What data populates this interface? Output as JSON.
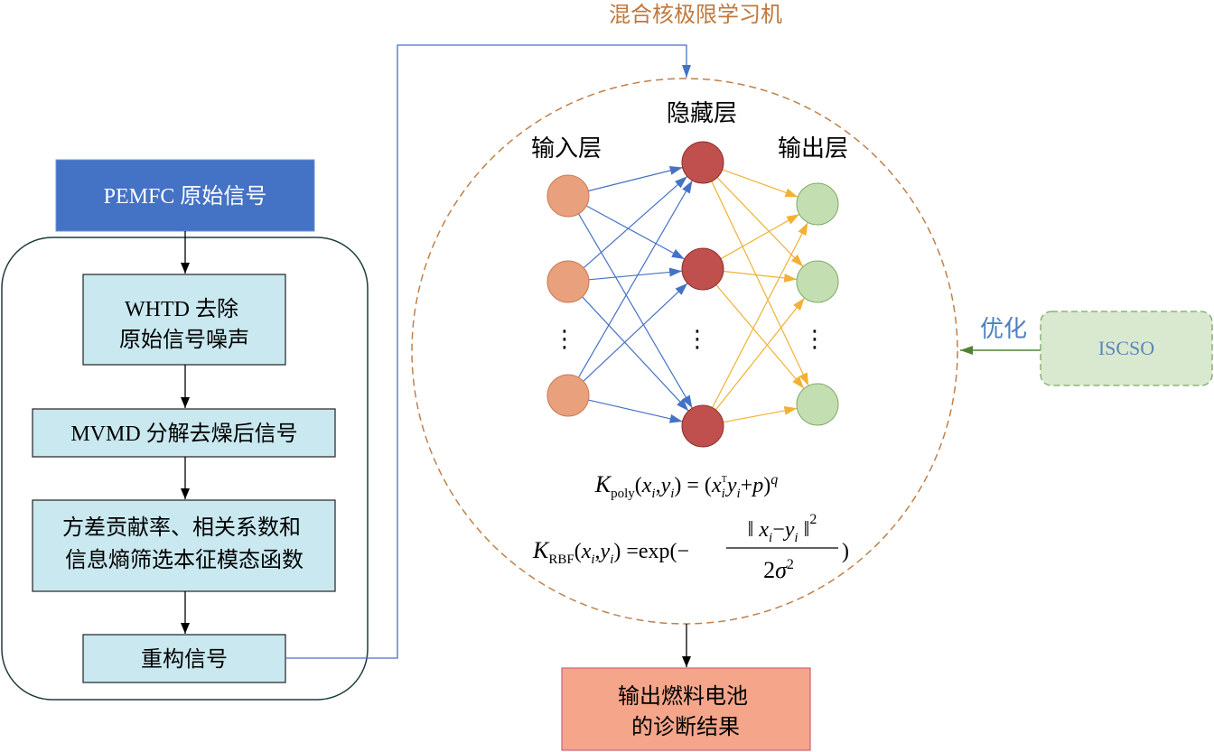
{
  "title": "混合核极限学习机",
  "flow": {
    "source": "PEMFC 原始信号",
    "denoise": [
      "WHTD 去除",
      "原始信号噪声"
    ],
    "decompose": "MVMD 分解去燥后信号",
    "select": [
      "方差贡献率、相关系数和",
      "信息熵筛选本征模态函数"
    ],
    "reconstruct": "重构信号"
  },
  "network": {
    "input_label": "输入层",
    "hidden_label": "隐藏层",
    "output_label": "输出层",
    "ellipsis": "⋮"
  },
  "formulas": {
    "poly": [
      "K",
      "poly",
      "(",
      "x",
      "i",
      ",",
      "y",
      "i",
      ") = (",
      "x",
      "i",
      "T",
      "y",
      "i",
      "+",
      "p",
      ")",
      "q"
    ],
    "rbf": {
      "lhs": [
        "K",
        "RBF",
        "(",
        "x",
        "i",
        ",",
        "y",
        "i",
        ") =exp(−"
      ],
      "numerator": [
        "‖ ",
        "x",
        "i",
        "−",
        "y",
        "i",
        " ‖",
        "2"
      ],
      "denominator": [
        "2",
        "σ",
        "2"
      ],
      "close": ")"
    }
  },
  "result": [
    "输出燃料电池",
    "的诊断结果"
  ],
  "optimizer": {
    "label": "ISCSO",
    "edge_label": "优化"
  },
  "colors": {
    "title": "#c0783c",
    "source_fill": "#4472c4",
    "step_fill": "#c9e8ef",
    "input_node": "#e9a07c",
    "hidden_node": "#c0504d",
    "output_node": "#c3dfb2",
    "input_edge": "#4472c4",
    "output_edge": "#f2b134",
    "result_fill": "#f4a58a",
    "optimizer_fill": "#d9e9cf",
    "optimizer_text": "#5b86b8",
    "edge_label": "#4f7fbf"
  }
}
